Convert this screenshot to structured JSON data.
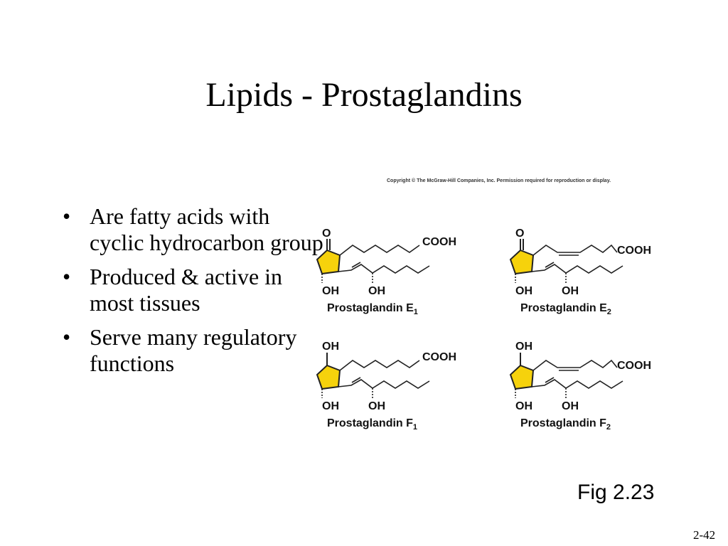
{
  "slide": {
    "title": "Lipids - Prostaglandins",
    "bullets": [
      "Are fatty acids with cyclic hydrocarbon group",
      "Produced & active in most tissues",
      "Serve many regulatory functions"
    ],
    "copyright": "Copyright © The McGraw-Hill Companies, Inc. Permission required for reproduction or display.",
    "figure_ref": "Fig 2.23",
    "slide_number": "2-42"
  },
  "structures": [
    {
      "name_main": "Prostaglandin E",
      "name_sub": "1",
      "top_group": "O",
      "acid": "COOH",
      "oh_ring": "OH",
      "oh_chain": "OH"
    },
    {
      "name_main": "Prostaglandin E",
      "name_sub": "2",
      "top_group": "O",
      "acid": "COOH",
      "oh_ring": "OH",
      "oh_chain": "OH"
    },
    {
      "name_main": "Prostaglandin F",
      "name_sub": "1",
      "top_group": "OH",
      "acid": "COOH",
      "oh_ring": "OH",
      "oh_chain": "OH"
    },
    {
      "name_main": "Prostaglandin F",
      "name_sub": "2",
      "top_group": "OH",
      "acid": "COOH",
      "oh_ring": "OH",
      "oh_chain": "OH"
    }
  ],
  "colors": {
    "ring_fill": "#f6d20c",
    "bond": "#222222"
  }
}
